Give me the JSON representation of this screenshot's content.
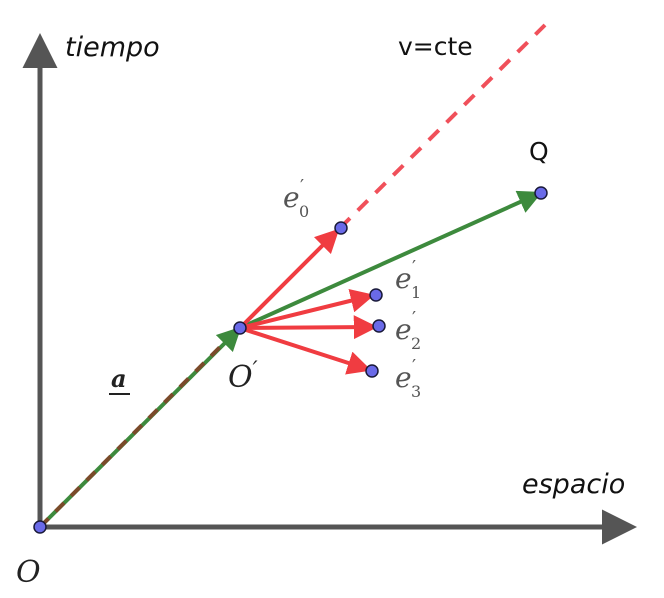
{
  "axes": {
    "time_label": "tiempo",
    "space_label": "espacio"
  },
  "annotations": {
    "velocity_label": "v=cte",
    "point_q": "Q",
    "vector_a": "a",
    "origin": "O",
    "origin_prime_letter": "O",
    "origin_prime_mark": "′"
  },
  "basis_vectors": [
    {
      "letter": "e",
      "prime": "′",
      "index": "0"
    },
    {
      "letter": "e",
      "prime": "′",
      "index": "1"
    },
    {
      "letter": "e",
      "prime": "′",
      "index": "2"
    },
    {
      "letter": "e",
      "prime": "′",
      "index": "3"
    }
  ],
  "colors": {
    "axis": "#555555",
    "worldline": "#f0505a",
    "basis_vector": "#f03c41",
    "displacement_vector": "#3d8a3d",
    "dashed_brown": "#7a4a2a",
    "point_fill": "#6a6ae8",
    "point_stroke": "#1a1a3a"
  }
}
